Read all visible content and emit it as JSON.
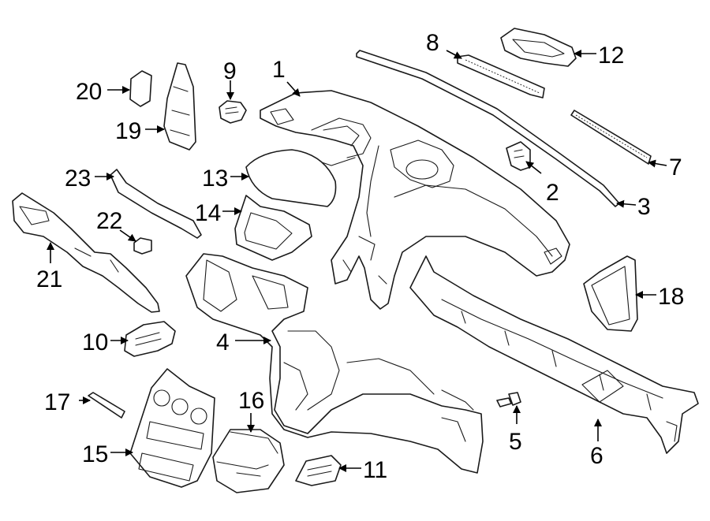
{
  "callouts": [
    {
      "id": "1",
      "label": "1"
    },
    {
      "id": "2",
      "label": "2"
    },
    {
      "id": "3",
      "label": "3"
    },
    {
      "id": "4",
      "label": "4"
    },
    {
      "id": "5",
      "label": "5"
    },
    {
      "id": "6",
      "label": "6"
    },
    {
      "id": "7",
      "label": "7"
    },
    {
      "id": "8",
      "label": "8"
    },
    {
      "id": "9",
      "label": "9"
    },
    {
      "id": "10",
      "label": "10"
    },
    {
      "id": "11",
      "label": "11"
    },
    {
      "id": "12",
      "label": "12"
    },
    {
      "id": "13",
      "label": "13"
    },
    {
      "id": "14",
      "label": "14"
    },
    {
      "id": "15",
      "label": "15"
    },
    {
      "id": "16",
      "label": "16"
    },
    {
      "id": "17",
      "label": "17"
    },
    {
      "id": "18",
      "label": "18"
    },
    {
      "id": "19",
      "label": "19"
    },
    {
      "id": "20",
      "label": "20"
    },
    {
      "id": "21",
      "label": "21"
    },
    {
      "id": "22",
      "label": "22"
    },
    {
      "id": "23",
      "label": "23"
    }
  ],
  "colors": {
    "line": "#1a1a1a",
    "background": "#ffffff"
  }
}
